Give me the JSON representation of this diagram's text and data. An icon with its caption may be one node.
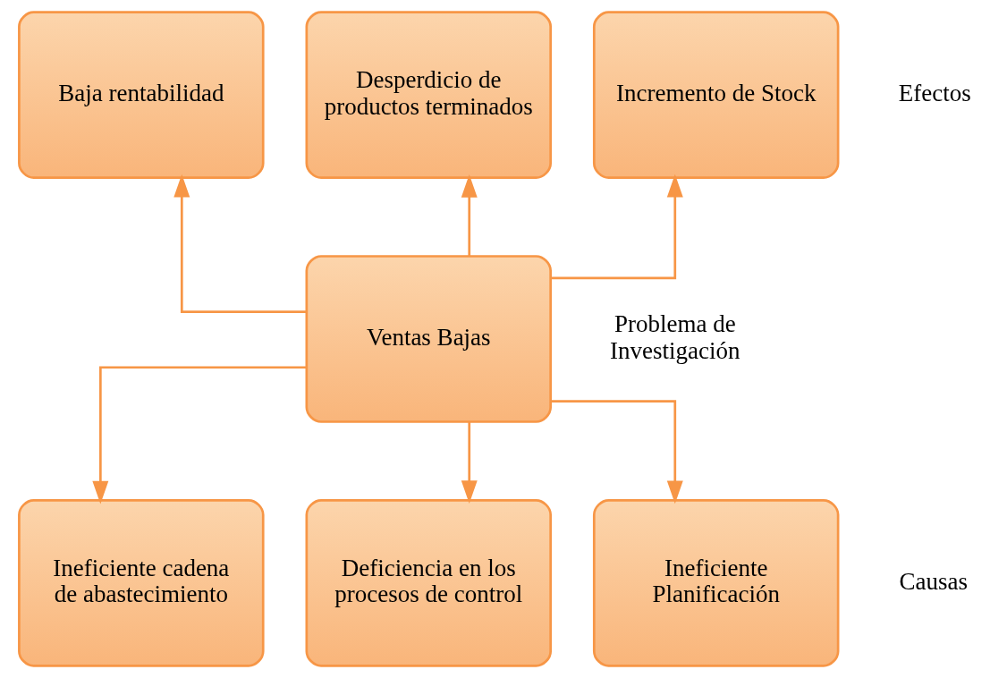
{
  "diagram": {
    "nodes": [
      {
        "text": [
          "Baja rentabilidad"
        ]
      },
      {
        "text": [
          "Desperdicio de productos terminados"
        ]
      },
      {
        "text": [
          "Incremento de Stock"
        ]
      },
      {
        "text": [
          "Ventas Bajas"
        ]
      },
      {
        "text": [
          "Ineficiente cadena de abastecimiento"
        ]
      },
      {
        "text": [
          "Deficiencia en los procesos de control"
        ]
      },
      {
        "text": [
          "Ineficiente Planificación"
        ]
      }
    ],
    "edges": [
      {
        "from": 3,
        "to": 0,
        "arrow": "to"
      },
      {
        "from": 3,
        "to": 1,
        "arrow": "to"
      },
      {
        "from": 3,
        "to": 2,
        "arrow": "to"
      },
      {
        "from": 3,
        "to": 4,
        "arrow": "to"
      },
      {
        "from": 3,
        "to": 5,
        "arrow": "to"
      },
      {
        "from": 3,
        "to": 6,
        "arrow": "to"
      }
    ],
    "labels": [
      "Efectos",
      "Problema de Investigación",
      "Causas"
    ]
  }
}
